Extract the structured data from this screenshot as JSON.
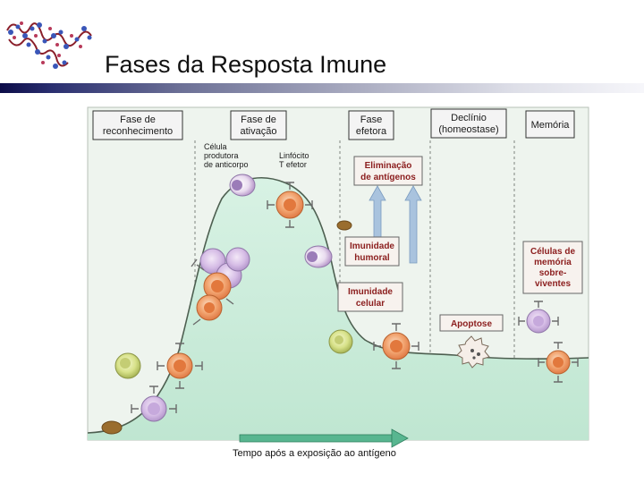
{
  "slide": {
    "title": "Fases da Resposta Imune"
  },
  "phases": {
    "recognition": [
      "Fase de",
      "reconhecimento"
    ],
    "activation": [
      "Fase de",
      "ativação"
    ],
    "effector": [
      "Fase",
      "efetora"
    ],
    "decline": [
      "Declínio",
      "(homeostase)"
    ],
    "memory": [
      "Memória"
    ]
  },
  "labels": {
    "antibody_cell": [
      "Célula",
      "produtora",
      "de anticorpo"
    ],
    "effector_t": [
      "Linfócito",
      "T efetor"
    ],
    "antigen_elimination": [
      "Eliminação",
      "de antígenos"
    ],
    "humoral": [
      "Imunidade",
      "humoral"
    ],
    "cellular": [
      "Imunidade",
      "celular"
    ],
    "apoptosis": "Apoptose",
    "memory_cells": [
      "Células de",
      "memória",
      "sobre-",
      "viventes"
    ]
  },
  "axis": {
    "x_label": "Tempo após a exposição ao antígeno"
  },
  "colors": {
    "curve_fill": "#c9ecd9",
    "label_red": "#8b1d1d",
    "axis_arrow": "#4cae8a",
    "title_bar_dark": "#0c0c48",
    "up_arrow": "#9cbad8"
  }
}
